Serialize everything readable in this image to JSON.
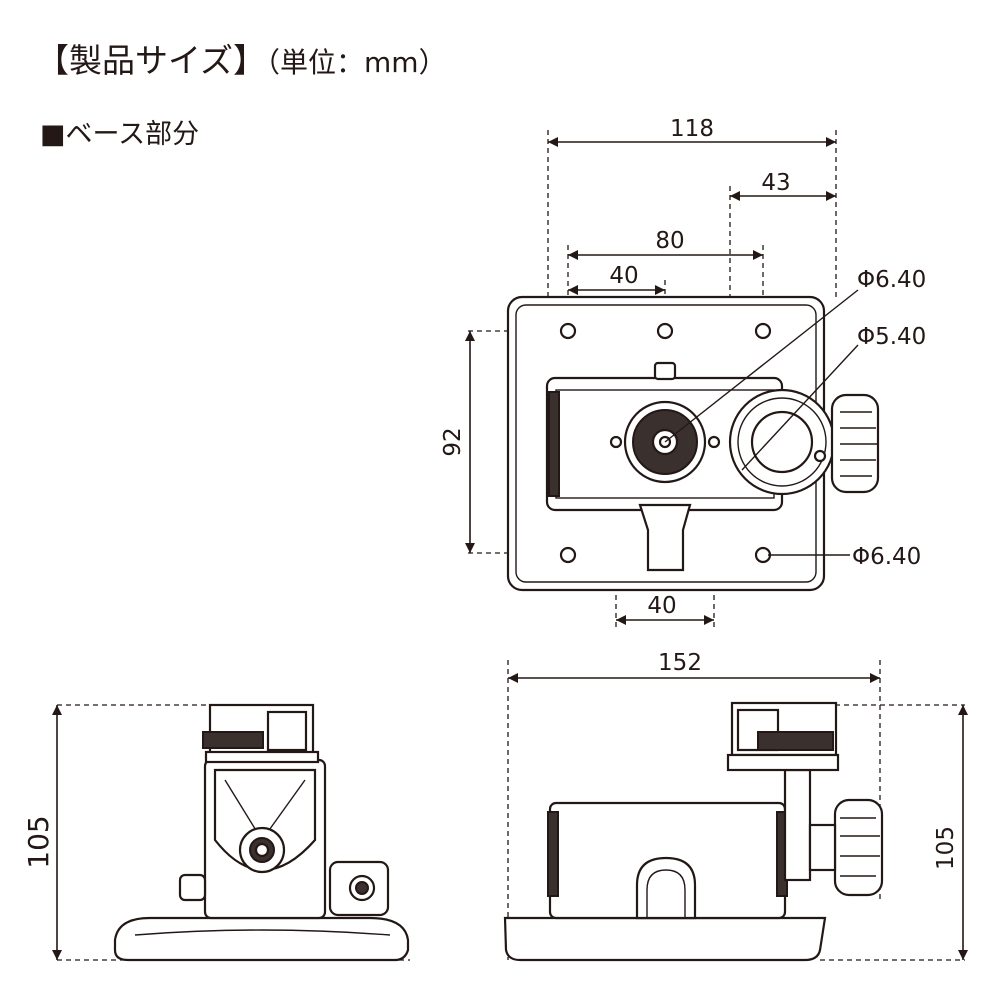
{
  "title": {
    "main": "【製品サイズ】",
    "unit": "（単位：mm）"
  },
  "section": {
    "label": "■ベース部分"
  },
  "top_view": {
    "dim_width": "118",
    "dim_offset": "43",
    "dim_hole_span": "80",
    "dim_hole_half": "40",
    "dim_height": "92",
    "dim_center_span": "40",
    "callout_center_hole": "Φ6.40",
    "callout_ring_hole": "Φ5.40",
    "callout_corner_hole": "Φ6.40"
  },
  "side_view": {
    "dim_height": "105"
  },
  "front_view": {
    "dim_width": "152",
    "dim_height": "105"
  },
  "colors": {
    "ink": "#231815",
    "fill_dark": "#3a302d"
  }
}
